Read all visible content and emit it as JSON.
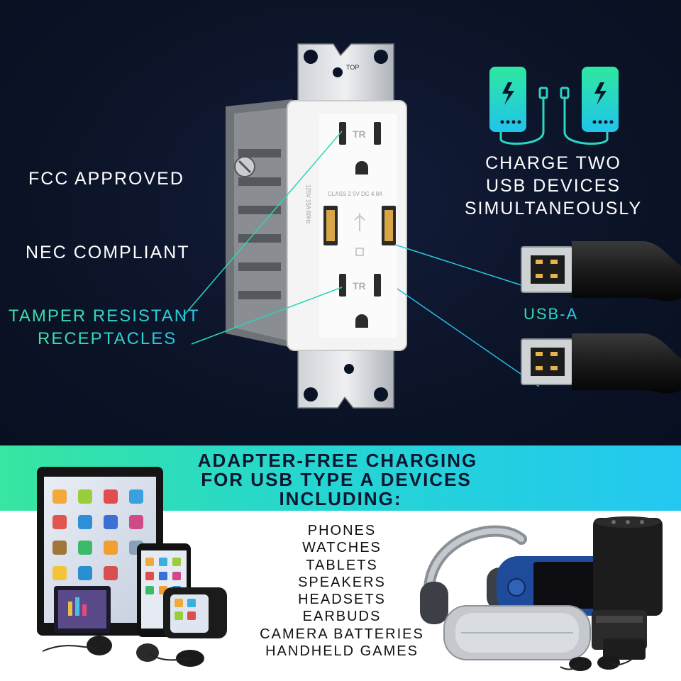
{
  "features": {
    "fcc": "FCC APPROVED",
    "nec": "NEC COMPLIANT",
    "tamper_line1": "TAMPER RESISTANT",
    "tamper_line2": "RECEPTACLES"
  },
  "charge": {
    "line1": "CHARGE TWO",
    "line2": "USB DEVICES",
    "line3": "SIMULTANEOUSLY"
  },
  "usb_label": "USB-A",
  "outlet": {
    "tr_mark": "TR",
    "plate_text": "TOP",
    "rating": "125V 15A 60Hz",
    "class_text": "CLASS 2 5V DC 4.8A"
  },
  "band": {
    "line1": "ADAPTER-FREE CHARGING",
    "line2": "FOR USB TYPE A DEVICES",
    "line3": "INCLUDING:"
  },
  "devices": [
    "PHONES",
    "WATCHES",
    "TABLETS",
    "SPEAKERS",
    "HEADSETS",
    "EARBUDS",
    "CAMERA BATTERIES",
    "HANDHELD GAMES"
  ],
  "colors": {
    "accent_green": "#37e6a0",
    "accent_cyan": "#23c8f0",
    "background": "#0b1327"
  },
  "icons": [
    "battery-bolt-icon",
    "usb-a-plug-icon",
    "tablet-icon",
    "phone-icon",
    "smartwatch-icon",
    "headphones-icon",
    "game-console-icon",
    "smart-speaker-icon",
    "bluetooth-speaker-icon",
    "camera-battery-icon",
    "earbuds-icon"
  ]
}
